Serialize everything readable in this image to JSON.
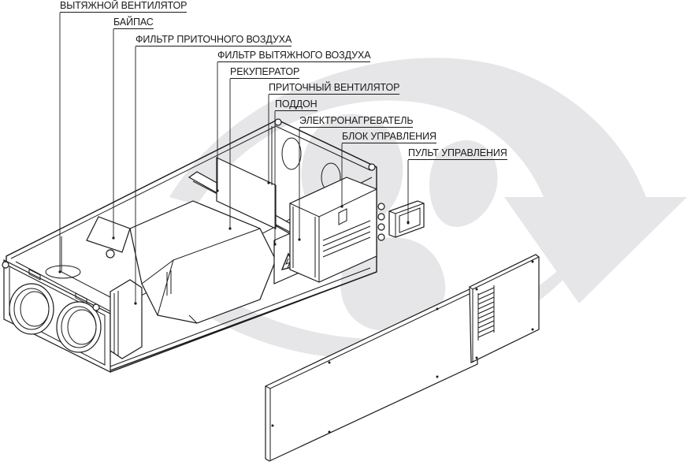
{
  "diagram": {
    "title": "Ventilation unit exploded view",
    "background_logo_color": "#e6e6e8",
    "line_color": "#1a1a1a",
    "labels": [
      {
        "id": "exhaust-fan",
        "text": "ВЫТЯЖНОЙ ВЕНТИЛЯТОР"
      },
      {
        "id": "bypass",
        "text": "БАЙПАС"
      },
      {
        "id": "supply-air-filter",
        "text": "ФИЛЬТР ПРИТОЧНОГО ВОЗДУХА"
      },
      {
        "id": "exhaust-air-filter",
        "text": "ФИЛЬТР ВЫТЯЖНОГО ВОЗДУХА"
      },
      {
        "id": "recuperator",
        "text": "РЕКУПЕРАТОР"
      },
      {
        "id": "supply-fan",
        "text": "ПРИТОЧНЫЙ ВЕНТИЛЯТОР"
      },
      {
        "id": "drain-pan",
        "text": "ПОДДОН"
      },
      {
        "id": "electric-heater",
        "text": "ЭЛЕКТРОНАГРЕВАТЕЛЬ"
      },
      {
        "id": "control-block",
        "text": "БЛОК УПРАВЛЕНИЯ"
      },
      {
        "id": "control-panel",
        "text": "ПУЛЬТ УПРАВЛЕНИЯ"
      }
    ]
  }
}
